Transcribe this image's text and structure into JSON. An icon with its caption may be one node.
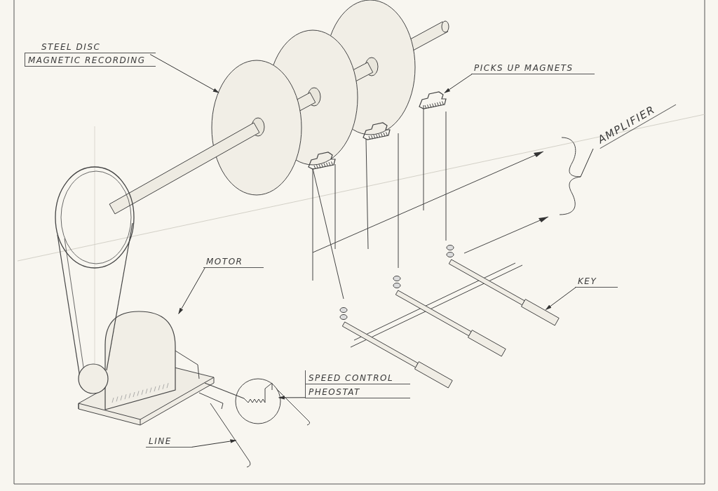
{
  "diagram": {
    "nodes": [
      {
        "text": [
          "STEEL DISC",
          "MAGNETIC RECORDING"
        ]
      },
      {
        "text": [],
        "shape": "picture"
      },
      {
        "text": [
          "PICKS UP MAGNETS"
        ]
      },
      {
        "text": [],
        "shape": "picture"
      },
      {
        "text": [
          "AMPLIFIER"
        ]
      },
      {
        "text": [
          "MOTOR"
        ]
      },
      {
        "text": [],
        "shape": "picture"
      },
      {
        "text": [
          "SPEED CONTROL",
          "PHEOSTAT"
        ]
      },
      {
        "text": [],
        "shape": "picture"
      },
      {
        "text": [
          "LINE"
        ]
      },
      {
        "text": [],
        "shape": "picture"
      },
      {
        "text": [
          "KEY"
        ]
      },
      {
        "text": [],
        "shape": "picture"
      },
      {
        "text": [],
        "shape": "brace"
      }
    ],
    "edges": [
      {
        "from": 0,
        "to": 1,
        "arrow": "to"
      },
      {
        "from": 2,
        "to": 3,
        "arrow": "to"
      },
      {
        "from": 4,
        "to": 13,
        "arrow": "none"
      },
      {
        "from": 5,
        "to": 6,
        "arrow": "to"
      },
      {
        "from": 7,
        "to": 8,
        "arrow": "to"
      },
      {
        "from": 9,
        "to": 10,
        "arrow": "to"
      },
      {
        "from": 11,
        "to": 12,
        "arrow": "to"
      }
    ]
  }
}
